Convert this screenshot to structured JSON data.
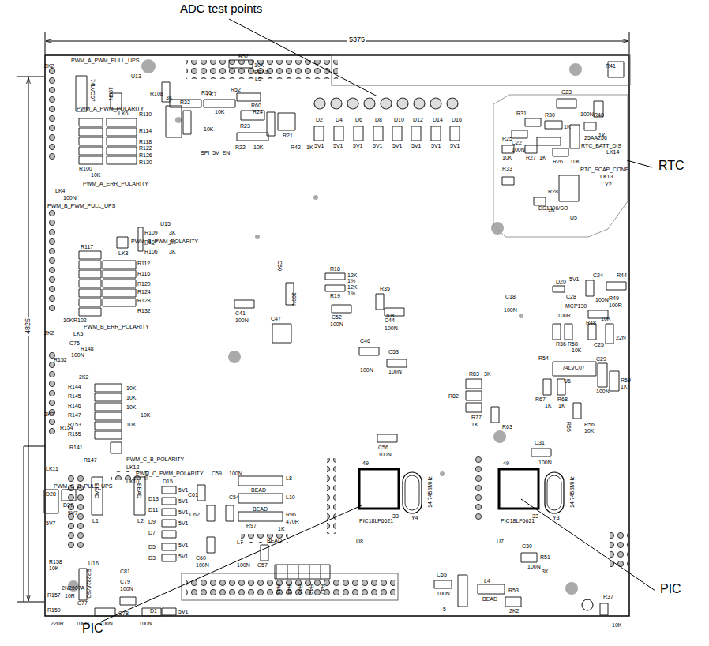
{
  "diagram": {
    "labels": [
      "ADC test points",
      "RTC",
      "PIC",
      "PIC",
      "5375",
      "4825",
      "2K2",
      "PWM_A_PWM_PULL_UPS",
      "U13",
      "74LVC07",
      "100N",
      "R108",
      "3K",
      "R32",
      "R50",
      "R52",
      "10K",
      "10K",
      "R57",
      "10K",
      "R60",
      "BEAD",
      "L5",
      "R23",
      "R24",
      "R21",
      "R42",
      "1K",
      "R22",
      "10K",
      "SPI_5V_EN",
      "LK7",
      "PWM_A_PWM_POLARITY",
      "LK6",
      "R110",
      "R114",
      "R118",
      "R122",
      "D2",
      "D4",
      "D6",
      "D8",
      "D10",
      "D12",
      "D14",
      "D16",
      "5V1",
      "5V1",
      "5V1",
      "5V1",
      "5V1",
      "5V1",
      "5V1",
      "5V1",
      "R126",
      "R130",
      "R100",
      "10K",
      "PWM_A_ERR_POLARITY",
      "LK4",
      "100N",
      "PWM_B_PWM_PULL_UPS",
      "U15",
      "R109",
      "3K",
      "R107",
      "1K",
      "R106",
      "3K",
      "LK8",
      "R117",
      "PWM_B_PWM_POLARITY",
      "R112",
      "R116",
      "R120",
      "R124",
      "R128",
      "R132",
      "R102",
      "PWM_B_ERR_POLARITY",
      "10K",
      "LK5",
      "2K2",
      "C75",
      "100N",
      "R148",
      "R152",
      "2K2",
      "R144",
      "10K",
      "R145",
      "10K",
      "R146",
      "10K",
      "R147",
      "10K",
      "R153",
      "10K",
      "R155",
      "2K2",
      "R154",
      "R141",
      "R147",
      "PWM_C_B_POLARITY",
      "LK12",
      "PWM_C_PWM_POLARITY",
      "LK10",
      "LK11",
      "PWM_C_B_PULL_UPS",
      "D28",
      "D27",
      "5V7",
      "5V7",
      "L1",
      "BEAD",
      "L2",
      "BEAD",
      "D15",
      "5V1",
      "D13",
      "5V1",
      "D11",
      "D9",
      "5V1",
      "D7",
      "5V1",
      "D5",
      "5V1",
      "D3",
      "5V1",
      "R158",
      "10K",
      "2N2907A",
      "U16",
      "EP232A/SO",
      "C81",
      "C79",
      "100N",
      "R157",
      "10R",
      "C77",
      "R159",
      "220R",
      "100N",
      "100N",
      "C78",
      "100N",
      "D1",
      "5V1",
      "C41",
      "100N",
      "C50",
      "100N",
      "R18",
      "12K",
      "1%",
      "R19",
      "12K",
      "1%",
      "R35",
      "10K",
      "C52",
      "100N",
      "C44",
      "100N",
      "C18",
      "100N",
      "C47",
      "C46",
      "100N",
      "C53",
      "100N",
      "D20",
      "5V1",
      "C24",
      "100N",
      "R44",
      "C28",
      "R49",
      "100R",
      "MCP130",
      "100R",
      "R48",
      "10K",
      "R36",
      "R58",
      "10K",
      "C25",
      "22N",
      "R54",
      "74LVC07",
      "C29",
      "R59",
      "1K",
      "100N",
      "U6",
      "R67",
      "R68",
      "1K",
      "1K",
      "R55",
      "R56",
      "10K",
      "R83",
      "3K",
      "R82",
      "R77",
      "1K",
      "R63",
      "C31",
      "100N",
      "C56",
      "100N",
      "C59",
      "100N",
      "L8",
      "L10",
      "BEAD",
      "BEAD",
      "R96",
      "470R",
      "R97",
      "1K",
      "L7",
      "BEAD",
      "C61",
      "C62",
      "C54",
      "C60",
      "100N",
      "C57",
      "100N",
      "R43",
      "R44",
      "R45",
      "R46",
      "R47",
      "U8",
      "PIC18LF6621",
      "49",
      "33",
      "Y4",
      "14.7456MHz",
      "U7",
      "PIC18LF6621",
      "49",
      "33",
      "Y3",
      "14.7456MHz",
      "C55",
      "100N",
      "L4",
      "BEAD",
      "5",
      "C30",
      "100N",
      "R51",
      "3K",
      "R53",
      "2K2",
      "R37",
      "10K",
      "R41",
      "C23",
      "100N",
      "R40",
      "1K",
      "R31",
      "R30",
      "1K",
      "C22",
      "100N",
      "R25",
      "10K",
      "R27",
      "1K",
      "R26",
      "10K",
      "25AA256",
      "RTC_BATT_DIS",
      "LK14",
      "RTC_SCAP_CONF",
      "LK13",
      "R33",
      "U5",
      "DS1306/SO",
      "R28",
      "1K",
      "Y2"
    ]
  }
}
